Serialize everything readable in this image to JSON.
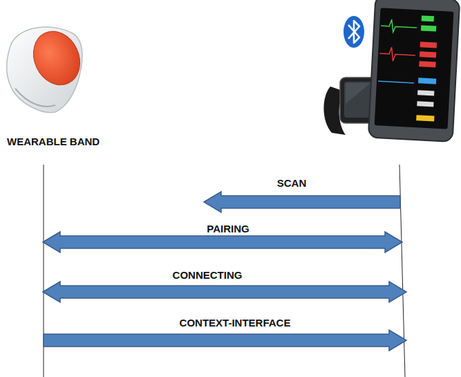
{
  "diagram": {
    "labels": [
      "WEARABLE BAND",
      "SCAN",
      "PAIRING",
      "CONNECTING",
      "CONTEXT-INTERFACE"
    ]
  }
}
